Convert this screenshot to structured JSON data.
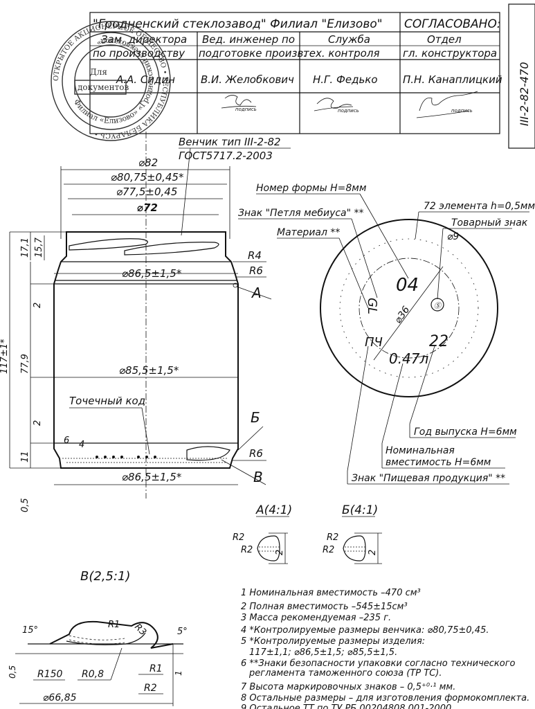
{
  "title_block": {
    "org": "\"Гродненский стеклозавод\" Филиал \"Елизово\"",
    "approved": "СОГЛАСОВАНО:",
    "col1_role": [
      "Зам. директора",
      "по производству"
    ],
    "col2_role": [
      "Вед. инженер по",
      "подготовке произв."
    ],
    "col3_role": [
      "Служба",
      "тех. контроля"
    ],
    "col4_role": [
      "Отдел",
      "гл. конструктора"
    ],
    "names": [
      "А.А. Сидин",
      "В.И. Желобкович",
      "Н.Г. Федько",
      "П.Н. Канаплицкий"
    ],
    "drawing_code": "III-2-82-470",
    "sig_caption": "подпись"
  },
  "stamp": {
    "outer_text": "ОТКРЫТОЕ АКЦИОНЕРНОЕ ОБЩЕСТВО • РЕСПУБЛИКА БЕЛАРУСЬ •",
    "inner_text": "Филиал «Елизово» «Гродненский стеклозавод»",
    "center_line1": "Для",
    "center_line2": "документов"
  },
  "jar_view": {
    "finish_note": [
      "Венчик тип III-2-82",
      "ГОСТ5717.2-2003"
    ],
    "dims_top": [
      "⌀82",
      "⌀80,75±0,45*",
      "⌀77,5±0,45",
      "⌀72"
    ],
    "dim_shoulder": "⌀86,5±1,5*",
    "dim_body": "⌀85,5±1,5*",
    "dim_bottom": "⌀86,5±1,5*",
    "dot_code_label": "Точечный код",
    "left_dims": [
      "17,1",
      "15,7",
      "117±1*",
      "2",
      "77,9",
      "2",
      "11",
      "0,5"
    ],
    "inner_dims": [
      "6",
      "4"
    ],
    "radii": [
      "R4",
      "R6",
      "R6"
    ],
    "detail_callouts": [
      "А",
      "Б",
      "В"
    ]
  },
  "bottom_view": {
    "labels": {
      "mould_number": "Номер формы H=8мм",
      "mobius": "Знак \"Петля мебиуса\" **",
      "material": "Материал **",
      "elements": "72 элемента h=0,5мм",
      "trademark": "Товарный знак",
      "trademark_dia": "⌀9",
      "year": "Год выпуска H=6мм",
      "capacity": [
        "Номинальная",
        "вместимость H=6мм"
      ],
      "food_sign": "Знак \"Пищевая продукция\" **"
    },
    "engraved": {
      "mould": "04",
      "capacity": "0.47л",
      "year": "22",
      "material": "GL",
      "diameter": "⌀36",
      "food": "ПЧ"
    }
  },
  "details": {
    "a_title": "А(4:1)",
    "b_title": "Б(4:1)",
    "v_title": "В(2,5:1)",
    "a_dims": [
      "R2",
      "R2",
      "2"
    ],
    "b_dims": [
      "R2",
      "R2",
      "2"
    ],
    "v_dims": [
      "15°",
      "R1",
      "R3",
      "5°",
      "0,5",
      "R150",
      "R0,8",
      "R1",
      "R2",
      "1",
      "⌀66,85"
    ]
  },
  "notes": [
    "1 Номинальная вместимость –470 см³",
    "2 Полная вместимость          –545±15см³",
    "3 Масса рекомендуемая          –235 г.",
    "4 *Контролируемые размеры венчика: ⌀80,75±0,45.",
    "5 *Контролируемые размеры изделия:",
    "   117±1,1; ⌀86,5±1,5; ⌀85,5±1,5.",
    "6 **Знаки безопасности упаковки согласно технического",
    "   регламента таможенного союза (ТР ТС).",
    "7 Высота маркировочных знаков – 0,5⁺⁰·¹ мм.",
    "8 Остальные размеры – для изготовления формокомплекта.",
    "9 Остальное ТТ по ТУ РБ 00204808.001-2000"
  ]
}
